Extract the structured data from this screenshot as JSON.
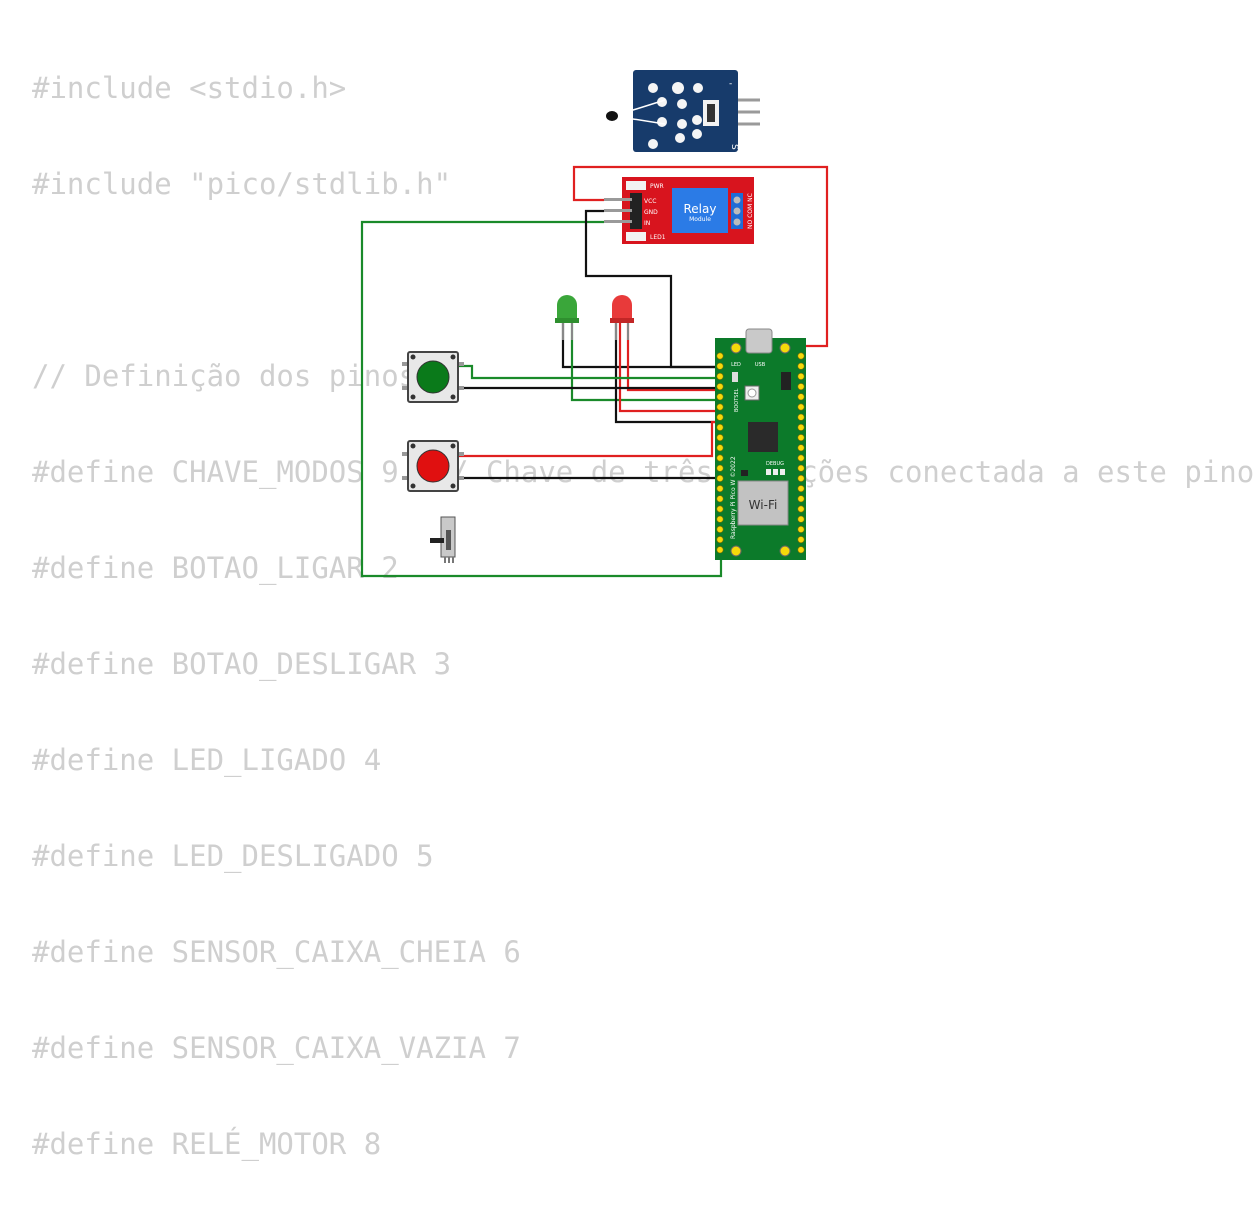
{
  "code_lines": [
    "#include <stdio.h>",
    "#include \"pico/stdlib.h\"",
    "",
    "// Definição dos pinos",
    "#define CHAVE_MODOS 9  // Chave de três posições conectada a este pino",
    "#define BOTAO_LIGAR 2",
    "#define BOTAO_DESLIGAR 3",
    "#define LED_LIGADO 4",
    "#define LED_DESLIGADO 5",
    "#define SENSOR_CAIXA_CHEIA 6",
    "#define SENSOR_CAIXA_VAZIA 7",
    "#define RELÉ_MOTOR 8"
  ],
  "relay": {
    "title": "Relay",
    "subtitle": "Module",
    "pin_pwr": "PWR",
    "pin_vcc": "VCC",
    "pin_gnd": "GND",
    "pin_in": "IN",
    "pin_led1": "LED1",
    "pin_outputs": "NO COM NC"
  },
  "sensor": {
    "side_label": "S",
    "minus_label": "-"
  },
  "pico": {
    "label": "Raspberry Pi Pico W ©2022",
    "wifi": "Wi-Fi",
    "debug": "DEBUG",
    "led": "LED",
    "usb": "USB",
    "bootsel": "BOOTSEL"
  },
  "colors": {
    "background": "#ffffff",
    "code_text": "#cfcfcf",
    "wire_red": "#e02020",
    "wire_green": "#1a8a2a",
    "wire_black": "#111111",
    "pcb_green": "#0c7a2a",
    "relay_red": "#d8141e",
    "sensor_blue": "#173b6b"
  }
}
